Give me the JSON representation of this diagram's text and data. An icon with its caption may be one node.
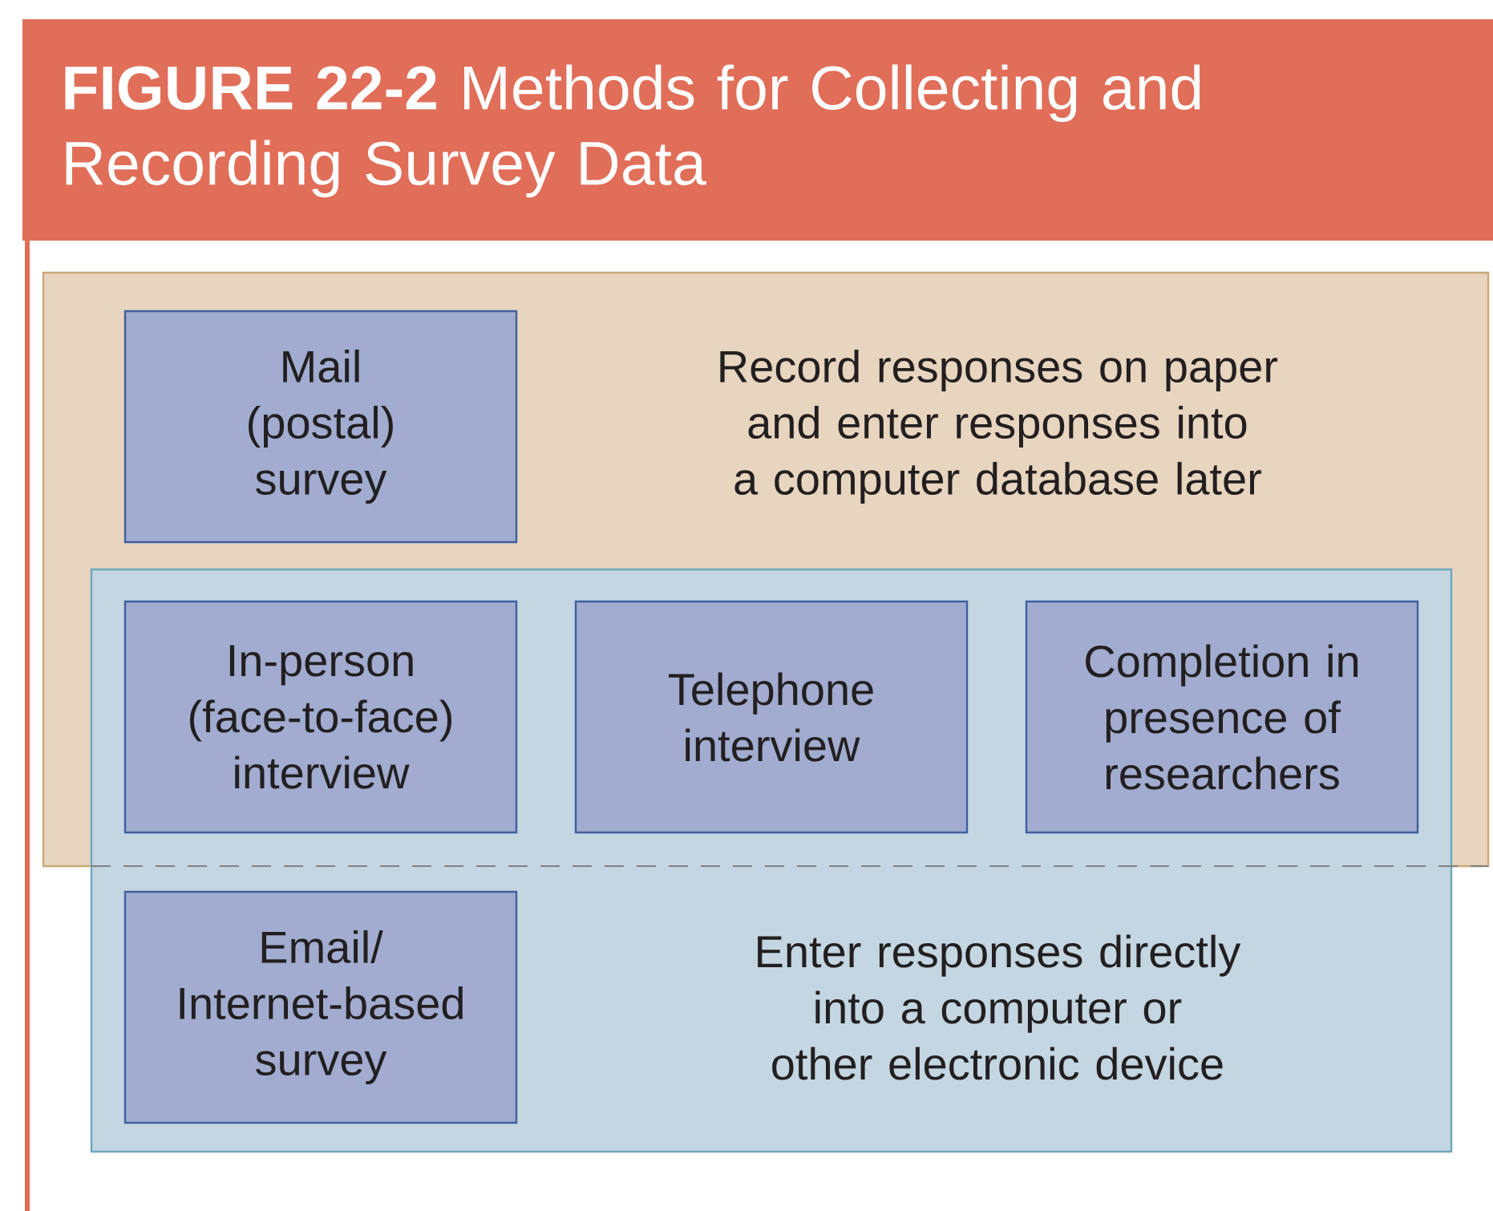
{
  "diagram": {
    "title": "**FIGURE 22-2** Methods for Collecting and Recording Survey Data",
    "nodes": [
      {
        "text": [
          "Record responses on paper and enter responses into a computer database later"
        ]
      },
      {
        "text": [
          "Mail (postal) survey"
        ],
        "in": 0
      },
      {
        "text": [
          "Enter responses directly into a computer or other electronic device"
        ]
      },
      {
        "text": [
          "In-person (face-to-face) interview"
        ]
      },
      {
        "text": [
          "Telephone interview"
        ]
      },
      {
        "text": [
          "Completion in presence of researchers"
        ]
      },
      {
        "text": [
          "Email/ Internet-based survey"
        ],
        "in": 2
      }
    ]
  }
}
